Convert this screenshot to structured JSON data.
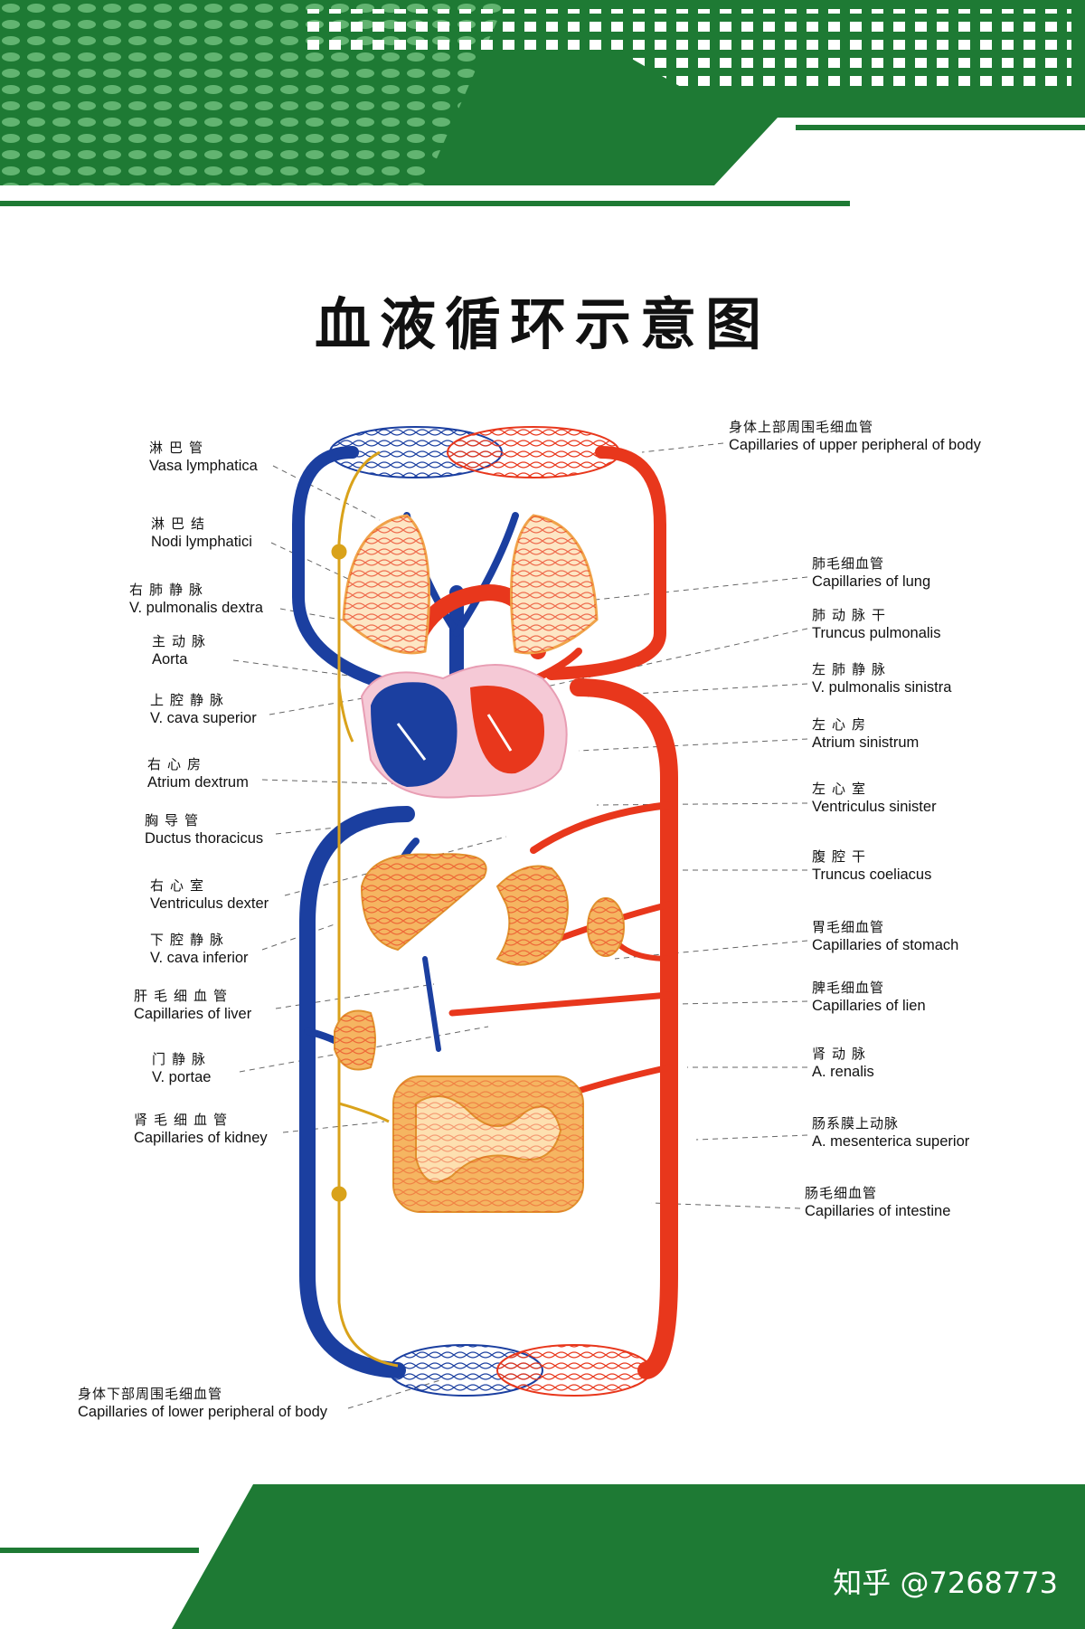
{
  "title": "血液循环示意图",
  "watermark": "知乎 @7268773",
  "colors": {
    "header_green": "#1e7a34",
    "artery_red": "#e8371c",
    "vein_blue": "#1b3fa0",
    "lymph_yellow": "#d9a21a",
    "organ_orange": "#f5b561"
  },
  "labels_left": [
    {
      "cn": "淋巴管",
      "en": "Vasa lymphatica"
    },
    {
      "cn": "淋巴结",
      "en": "Nodi lymphatici"
    },
    {
      "cn": "右肺静脉",
      "en": "V. pulmonalis dextra"
    },
    {
      "cn": "主动脉",
      "en": "Aorta"
    },
    {
      "cn": "上腔静脉",
      "en": "V. cava superior"
    },
    {
      "cn": "右心房",
      "en": "Atrium dextrum"
    },
    {
      "cn": "胸导管",
      "en": "Ductus thoracicus"
    },
    {
      "cn": "右心室",
      "en": "Ventriculus dexter"
    },
    {
      "cn": "下腔静脉",
      "en": "V. cava inferior"
    },
    {
      "cn": "肝毛细血管",
      "en": "Capillaries of liver"
    },
    {
      "cn": "门静脉",
      "en": "V. portae"
    },
    {
      "cn": "肾毛细血管",
      "en": "Capillaries of kidney"
    },
    {
      "cn": "身体下部周围毛细血管",
      "en": "Capillaries of lower peripheral of body"
    }
  ],
  "labels_right": [
    {
      "cn": "身体上部周围毛细血管",
      "en": "Capillaries of upper peripheral of body"
    },
    {
      "cn": "肺毛细血管",
      "en": "Capillaries of lung"
    },
    {
      "cn": "肺动脉干",
      "en": "Truncus pulmonalis"
    },
    {
      "cn": "左肺静脉",
      "en": "V. pulmonalis sinistra"
    },
    {
      "cn": "左心房",
      "en": "Atrium sinistrum"
    },
    {
      "cn": "左心室",
      "en": "Ventriculus sinister"
    },
    {
      "cn": "腹腔干",
      "en": "Truncus coeliacus"
    },
    {
      "cn": "胃毛细血管",
      "en": "Capillaries of stomach"
    },
    {
      "cn": "脾毛细血管",
      "en": "Capillaries of lien"
    },
    {
      "cn": "肾动脉",
      "en": "A. renalis"
    },
    {
      "cn": "肠系膜上动脉",
      "en": "A. mesenterica superior"
    },
    {
      "cn": "肠毛细血管",
      "en": "Capillaries of intestine"
    }
  ]
}
